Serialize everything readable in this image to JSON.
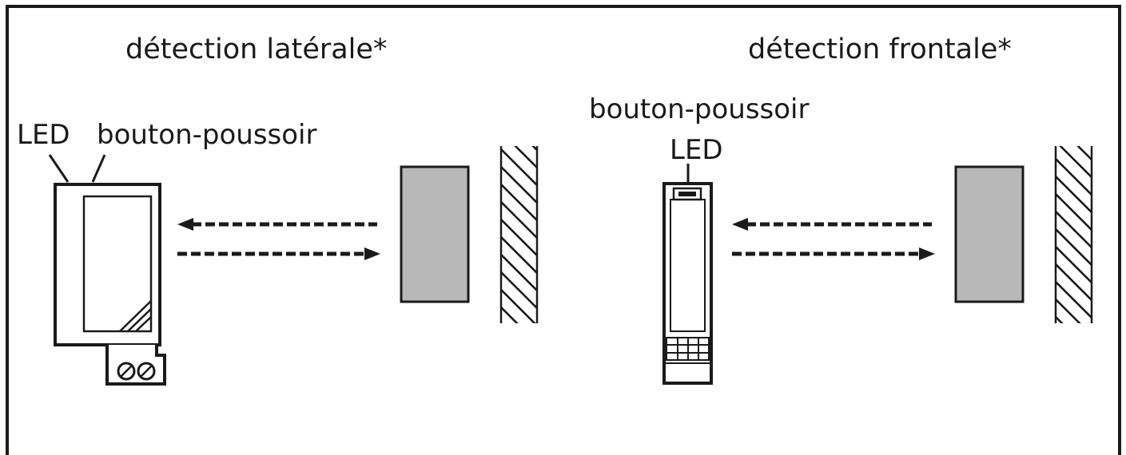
{
  "colors": {
    "ink": "#1a1a1a",
    "target_fill": "#b8b8b8",
    "background": "#ffffff"
  },
  "left_panel": {
    "title": "détection latérale*",
    "label_led": "LED",
    "label_button": "bouton-poussoir"
  },
  "right_panel": {
    "title": "détection frontale*",
    "label_button": "bouton-poussoir",
    "label_led": "LED"
  }
}
